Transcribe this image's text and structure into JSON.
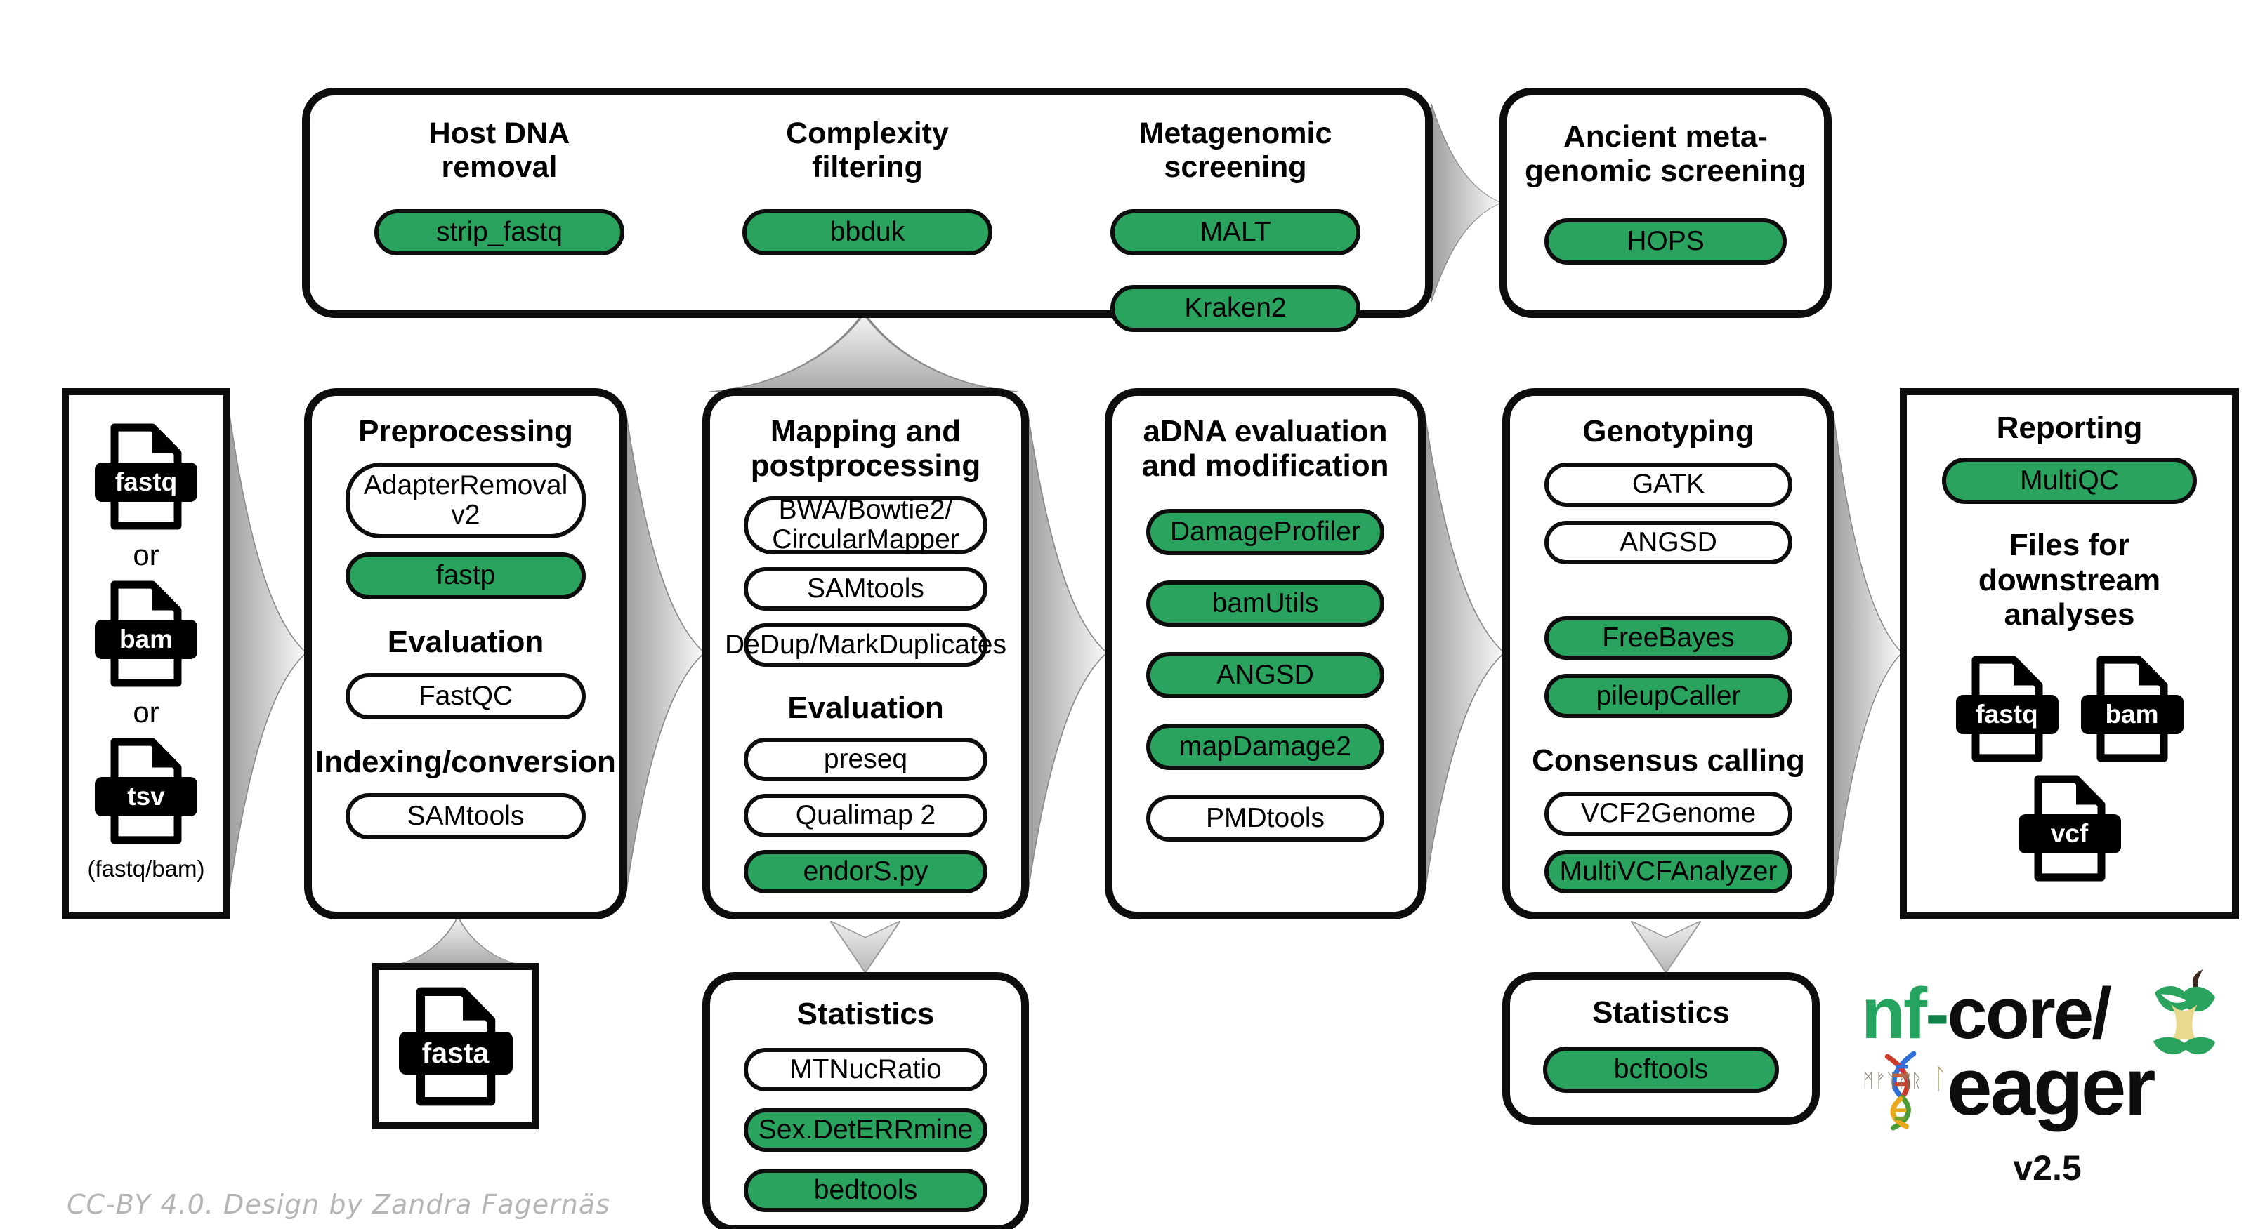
{
  "colors": {
    "tool_green": "#2aa35f",
    "outline_black": "#0d0d0d",
    "arrow_gray": "#a0a0a0",
    "brand_green": "#24a45e",
    "credit_gray": "#b5b5b5"
  },
  "boxes": {
    "screening": {
      "columns": [
        {
          "title": "Host DNA\nremoval",
          "tools": [
            {
              "v": "strip_fastq",
              "g": 1
            }
          ]
        },
        {
          "title": "Complexity\nfiltering",
          "tools": [
            {
              "v": "bbduk",
              "g": 1
            }
          ]
        },
        {
          "title": "Metagenomic\nscreening",
          "tools": [
            {
              "v": "MALT",
              "g": 1
            },
            {
              "v": "Kraken2",
              "g": 1
            }
          ]
        }
      ]
    },
    "ancient": {
      "title": "Ancient meta-\ngenomic screening",
      "tools": [
        {
          "v": "HOPS",
          "g": 1
        }
      ]
    },
    "input": {
      "files": [
        "fastq",
        "bam",
        "tsv"
      ],
      "separator": "or",
      "caption": "(fastq/bam)"
    },
    "preprocessing": {
      "items": [
        {
          "t": "h",
          "v": "Preprocessing"
        },
        {
          "t": "p",
          "v": "AdapterRemoval v2"
        },
        {
          "t": "p",
          "v": "fastp",
          "g": 1
        },
        {
          "t": "h",
          "v": "Evaluation"
        },
        {
          "t": "p",
          "v": "FastQC"
        },
        {
          "t": "h",
          "v": "Indexing/conversion"
        },
        {
          "t": "p",
          "v": "SAMtools"
        }
      ]
    },
    "mapping": {
      "items": [
        {
          "t": "h",
          "v": "Mapping and\npostprocessing"
        },
        {
          "t": "p",
          "v": "BWA/Bowtie2/\nCircularMapper"
        },
        {
          "t": "p",
          "v": "SAMtools"
        },
        {
          "t": "p",
          "v": "DeDup/MarkDuplicates"
        },
        {
          "t": "h",
          "v": "Evaluation"
        },
        {
          "t": "p",
          "v": "preseq"
        },
        {
          "t": "p",
          "v": "Qualimap 2"
        },
        {
          "t": "p",
          "v": "endorS.py",
          "g": 1
        }
      ]
    },
    "adna": {
      "items": [
        {
          "t": "h",
          "v": "aDNA evaluation\nand modification"
        },
        {
          "t": "p",
          "v": "DamageProfiler",
          "g": 1
        },
        {
          "t": "p",
          "v": "bamUtils",
          "g": 1
        },
        {
          "t": "p",
          "v": "ANGSD",
          "g": 1
        },
        {
          "t": "p",
          "v": "mapDamage2",
          "g": 1
        },
        {
          "t": "p",
          "v": "PMDtools"
        }
      ]
    },
    "genotyping": {
      "items": [
        {
          "t": "h",
          "v": "Genotyping"
        },
        {
          "t": "p",
          "v": "GATK"
        },
        {
          "t": "p",
          "v": "ANGSD"
        },
        {
          "t": "sp"
        },
        {
          "t": "p",
          "v": "FreeBayes",
          "g": 1
        },
        {
          "t": "p",
          "v": "pileupCaller",
          "g": 1
        },
        {
          "t": "h",
          "v": "Consensus calling"
        },
        {
          "t": "p",
          "v": "VCF2Genome"
        },
        {
          "t": "p",
          "v": "MultiVCFAnalyzer",
          "g": 1
        }
      ]
    },
    "stats_mapping": {
      "items": [
        {
          "t": "h",
          "v": "Statistics"
        },
        {
          "t": "p",
          "v": "MTNucRatio"
        },
        {
          "t": "p",
          "v": "Sex.DetERRmine",
          "g": 1
        },
        {
          "t": "p",
          "v": "bedtools",
          "g": 1
        }
      ]
    },
    "stats_genotyping": {
      "items": [
        {
          "t": "h",
          "v": "Statistics"
        },
        {
          "t": "p",
          "v": "bcftools",
          "g": 1
        }
      ]
    },
    "reporting": {
      "items": [
        {
          "t": "h",
          "v": "Reporting"
        },
        {
          "t": "p",
          "v": "MultiQC",
          "g": 1
        },
        {
          "t": "h",
          "v": "Files for downstream\nanalyses"
        },
        {
          "t": "filerow",
          "files": [
            "fastq",
            "bam"
          ]
        },
        {
          "t": "file",
          "v": "vcf"
        }
      ]
    },
    "fasta": {
      "file": "fasta"
    }
  },
  "logo": {
    "brand_green_text": "nf",
    "brand_dash": "-",
    "brand_rest": "core/",
    "app_name": "eager",
    "version": "v2.5",
    "runes_left": "ᛗᚠᛉᛗᚱ",
    "rune_right": "ᛚ",
    "apple_icon": "apple-core-icon",
    "dna_icon": "dna-helix-icon"
  },
  "credit": "CC-BY 4.0. Design by Zandra Fagernäs"
}
